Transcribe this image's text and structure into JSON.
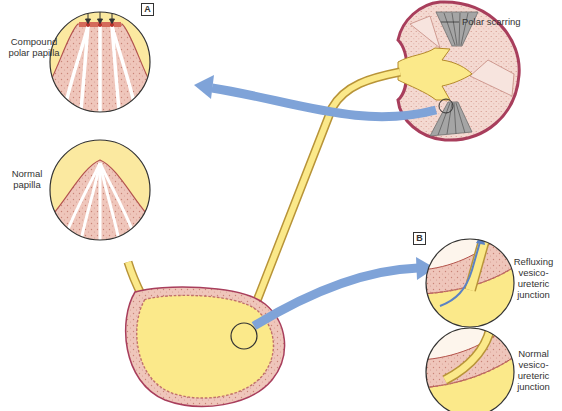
{
  "diagram": {
    "labels": [
      "A",
      "Polar scarring",
      "Compound polar papilla",
      "Normal papilla",
      "B",
      "Refluxing vesico-ureteric junction",
      "Normal vesico-ureteric junction"
    ]
  }
}
